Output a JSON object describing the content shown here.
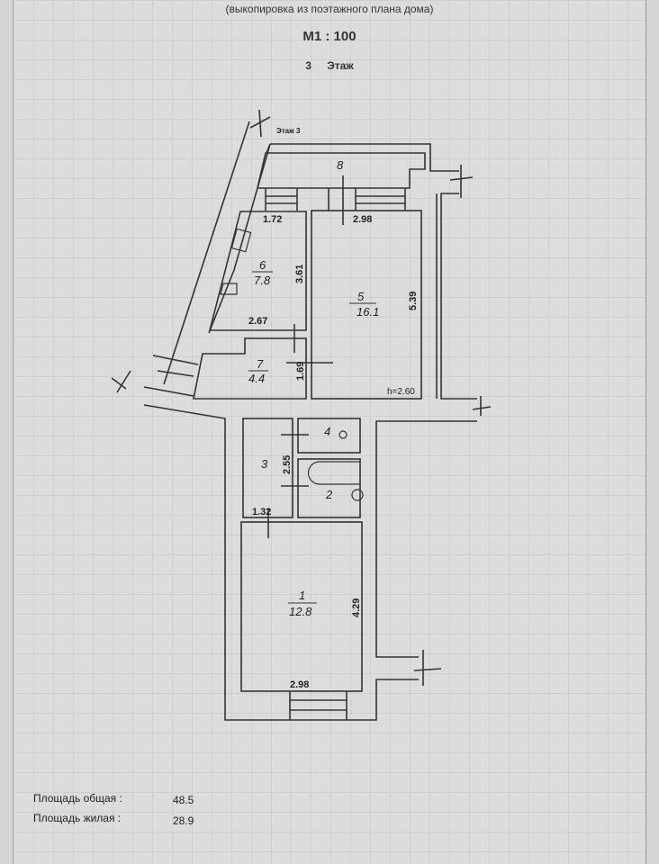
{
  "header": {
    "subtitle": "(выкопировка из поэтажного плана дома)",
    "scale": "M1 : 100",
    "floor": "3 Этаж"
  },
  "plan": {
    "floor_label": "Этаж 3",
    "height_note": "h=2.60",
    "rooms": [
      {
        "number": "1",
        "area": "12.8"
      },
      {
        "number": "2",
        "area": ""
      },
      {
        "number": "3",
        "area": ""
      },
      {
        "number": "4",
        "area": ""
      },
      {
        "number": "5",
        "area": "16.1"
      },
      {
        "number": "6",
        "area": "7.8"
      },
      {
        "number": "7",
        "area": "4.4"
      },
      {
        "number": "8",
        "area": ""
      }
    ],
    "dimensions": {
      "r6_top": "1.72",
      "r6_side": "3.61",
      "r6_bottom": "2.67",
      "r5_top": "2.98",
      "r5_side": "5.39",
      "r7_side": "1.69",
      "r3_side": "2.55",
      "r3_bottom": "1.32",
      "r1_side": "4.29",
      "r1_bottom": "2.98"
    }
  },
  "summary": {
    "total_label": "Площадь общая :",
    "total_value": "48.5",
    "living_label": "Площадь жилая :",
    "living_value": "28.9"
  }
}
